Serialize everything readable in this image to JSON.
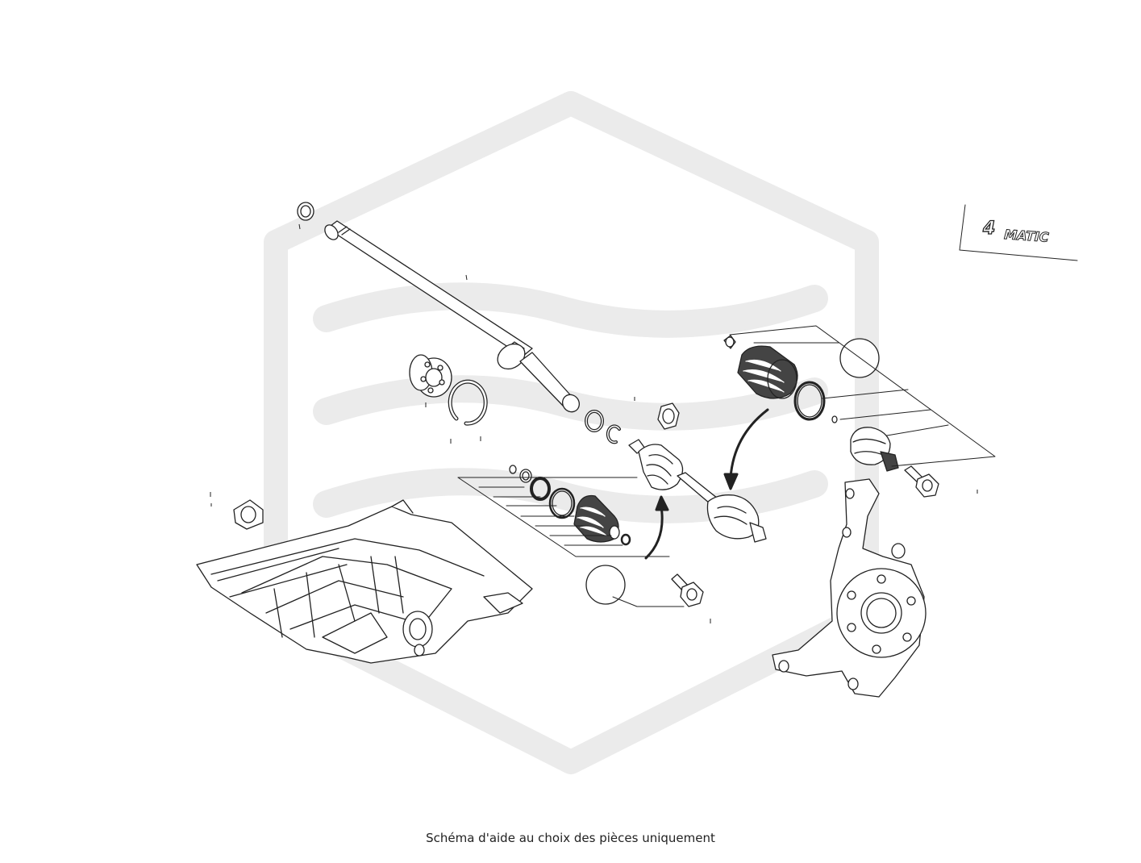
{
  "diagram": {
    "caption": "Schéma d'aide au choix des pièces uniquement",
    "badge": {
      "numeral": "4",
      "text": "MATIC"
    },
    "watermark": "logo-watermark",
    "colors": {
      "line": "#222222",
      "watermark": "#ebebeb",
      "background": "#ffffff"
    }
  }
}
